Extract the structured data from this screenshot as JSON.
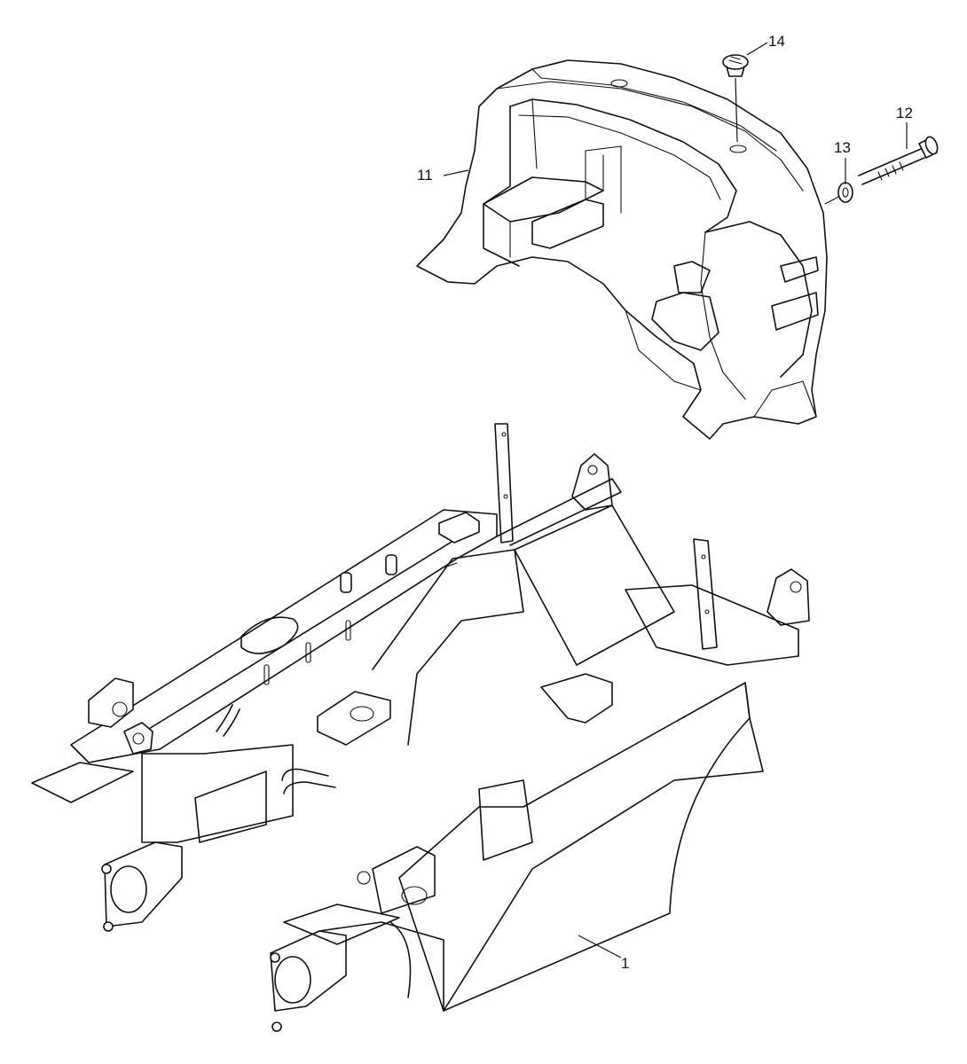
{
  "callouts": {
    "c1": "1",
    "c11": "11",
    "c12": "12",
    "c13": "13",
    "c14": "14"
  },
  "colors": {
    "line": "#111111",
    "background": "#ffffff"
  }
}
